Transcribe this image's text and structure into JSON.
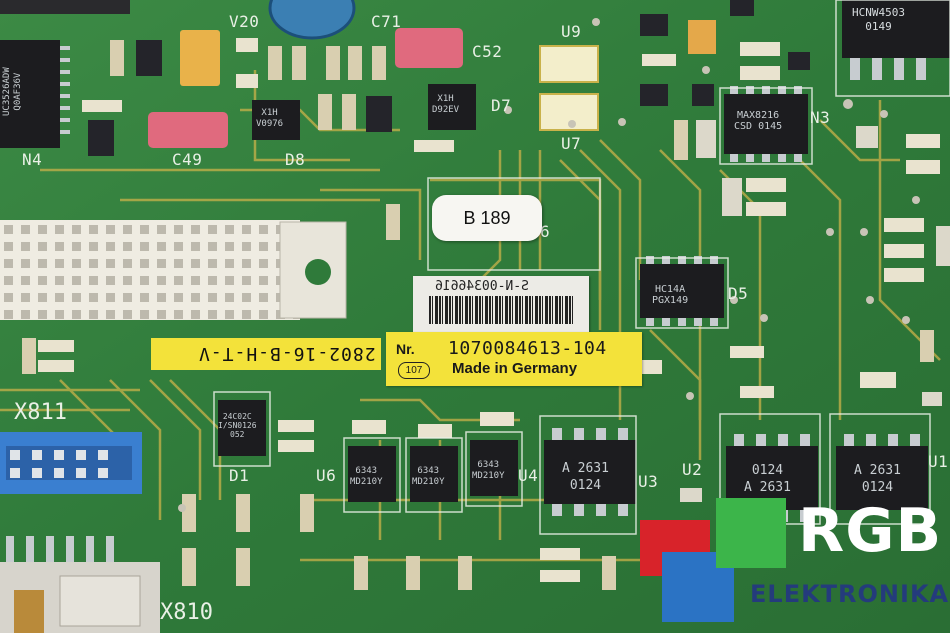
{
  "silkscreen": {
    "v20": "V20",
    "c71": "C71",
    "c52": "C52",
    "c49": "C49",
    "u9": "U9",
    "u7": "U7",
    "d7": "D7",
    "d8": "D8",
    "n3": "N3",
    "n4": "N4",
    "d5": "D5",
    "x811": "X811",
    "x810": "X810",
    "d1": "D1",
    "u6": "U6",
    "u4": "U4",
    "u3": "U3",
    "u2": "U2",
    "u1": "U1",
    "u6b": "6"
  },
  "chips": {
    "hcnw": "HCNW4503\n0149",
    "max": "MAX8216\nCSD 0145",
    "hc14": "HC14A\nPGX149",
    "uc": "UC3526ADW\nQ0AF36V",
    "d8chip": "X1H\nV0976",
    "d7chip": "X1H\nD92EV",
    "d1chip": "24C02C\nI/SN0126\n052",
    "u6chip": "6343\nMD210Y",
    "u5chip": "6343\nMD210Y",
    "u4chip": "6343\nMD210Y",
    "u3chip": "A 2631\n0124",
    "u2chip": "0124\nA 2631",
    "u1chip": "A 2631\n0124"
  },
  "labels": {
    "b189": "B 189",
    "serial": "S-N-00346616",
    "strip": "2802-16-B-H-T-V",
    "nr": "Nr.",
    "part_number": "1070084613-104",
    "badge": "107",
    "made_in": "Made in Germany"
  },
  "watermark": {
    "rgb": "RGB",
    "elektronika": "ELEKTRONIKA"
  },
  "colors": {
    "pcb": "#2f7a3a",
    "trace": "#c9b24a",
    "chip": "#1c1c1f",
    "label_yellow": "#f3e23a",
    "logo_red": "#d8232a",
    "logo_green": "#3cb54a",
    "logo_blue": "#2b73c4",
    "logo_navy": "#243b7c"
  }
}
